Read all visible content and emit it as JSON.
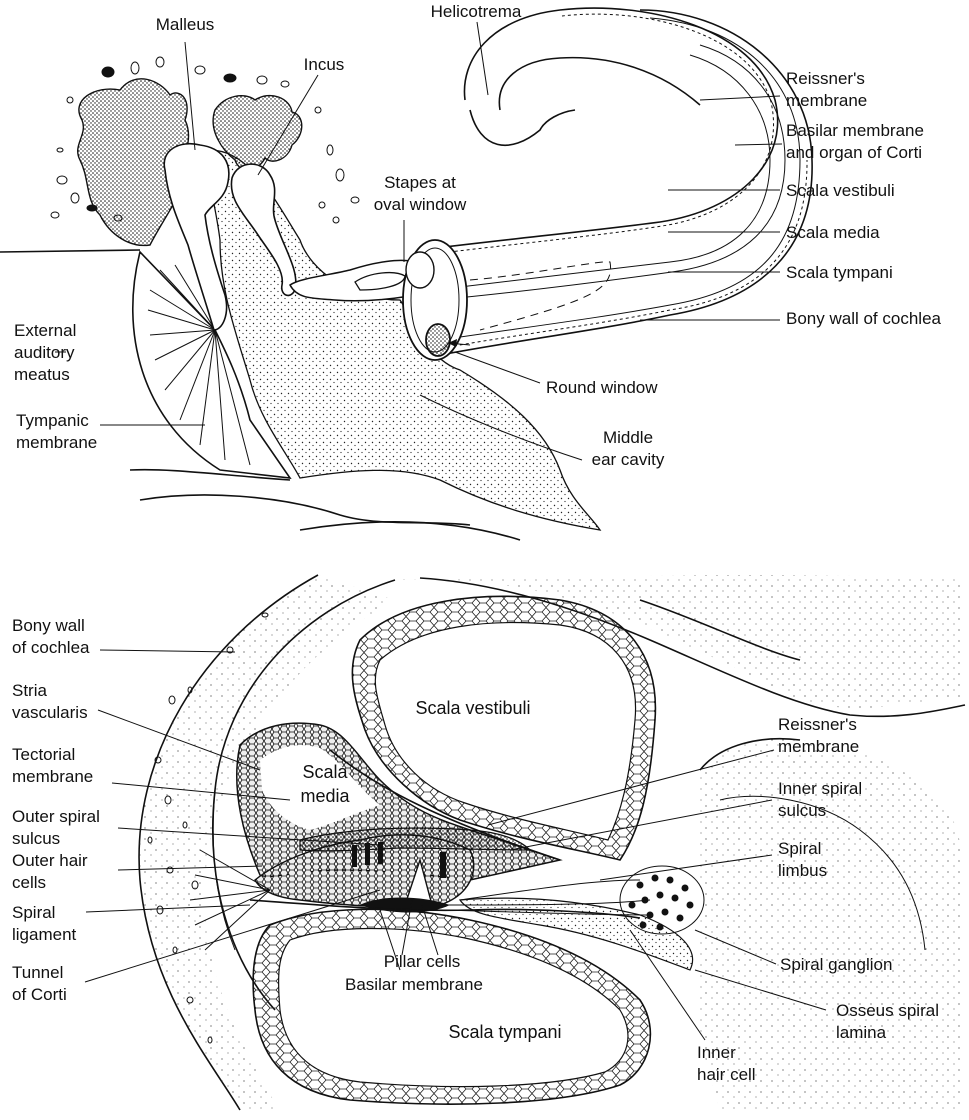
{
  "top_diagram": {
    "labels": {
      "malleus": "Malleus",
      "incus": "Incus",
      "helicotrema": "Helicotrema",
      "reissners_1": "Reissner's",
      "reissners_2": "membrane",
      "basilar_1": "Basilar membrane",
      "basilar_2": "and organ of Corti",
      "stapes_1": "Stapes at",
      "stapes_2": "oval window",
      "scala_vestibuli": "Scala vestibuli",
      "scala_media": "Scala media",
      "scala_tympani": "Scala tympani",
      "bony_wall": "Bony wall of cochlea",
      "external_1": "External",
      "external_2": "auditory",
      "external_3": "meatus",
      "round_window": "Round window",
      "tympanic_1": "Tympanic",
      "tympanic_2": "membrane",
      "middle_1": "Middle",
      "middle_2": "ear cavity"
    }
  },
  "bottom_diagram": {
    "labels": {
      "bony_wall_1": "Bony wall",
      "bony_wall_2": "of cochlea",
      "stria_1": "Stria",
      "stria_2": "vascularis",
      "scala_vestibuli": "Scala vestibuli",
      "reissners_1": "Reissner's",
      "reissners_2": "membrane",
      "tectorial_1": "Tectorial",
      "tectorial_2": "membrane",
      "scala_media_1": "Scala",
      "scala_media_2": "media",
      "inner_spiral_1": "Inner spiral",
      "inner_spiral_2": "sulcus",
      "outer_spiral_1": "Outer spiral",
      "outer_spiral_2": "sulcus",
      "spiral_limbus_1": "Spiral",
      "spiral_limbus_2": "limbus",
      "outer_hair_1": "Outer hair",
      "outer_hair_2": "cells",
      "spiral_lig_1": "Spiral",
      "spiral_lig_2": "ligament",
      "pillar_cells": "Pillar cells",
      "tunnel_1": "Tunnel",
      "tunnel_2": "of Corti",
      "basilar_membrane": "Basilar membrane",
      "spiral_ganglion": "Spiral ganglion",
      "osseus_1": "Osseus spiral",
      "osseus_2": "lamina",
      "scala_tympani": "Scala tympani",
      "inner_hair_1": "Inner",
      "inner_hair_2": "hair cell"
    }
  }
}
